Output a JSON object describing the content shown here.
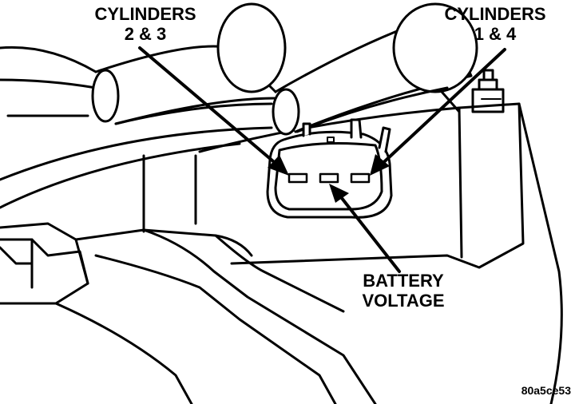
{
  "callouts": {
    "cylinders_2_3": {
      "line1": "CYLINDERS",
      "line2": "2 & 3"
    },
    "cylinders_1_4": {
      "line1": "CYLINDERS",
      "line2": "1 & 4"
    },
    "battery_voltage": {
      "line1": "BATTERY",
      "line2": "VOLTAGE"
    }
  },
  "figure_id": "80a5ce53",
  "colors": {
    "ink": "#000000",
    "paper": "#ffffff"
  }
}
